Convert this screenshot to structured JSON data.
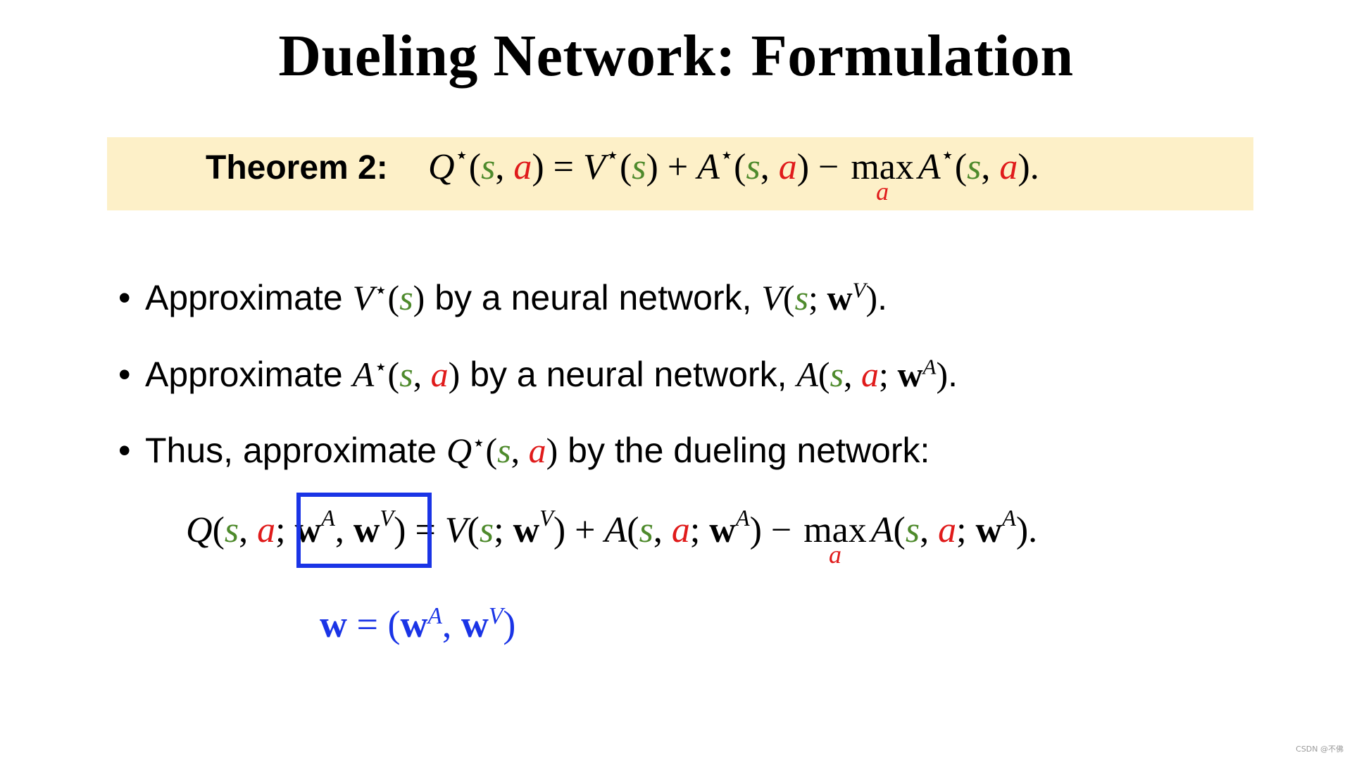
{
  "slide": {
    "title": "Dueling Network: Formulation",
    "theorem": {
      "label": "Theorem 2:",
      "lhs": "Q",
      "star": "⋆",
      "s": "s",
      "a": "a",
      "V": "V",
      "A": "A",
      "max": "max",
      "period": "."
    },
    "bullets": [
      {
        "prefix": "Approximate ",
        "func": "V",
        "middle": " by a neural network, ",
        "net": "V",
        "param_sup": "V",
        "suffix": "."
      },
      {
        "prefix": "Approximate ",
        "func": "A",
        "middle": " by a neural network, ",
        "net": "A",
        "param_sup": "A",
        "suffix": "."
      },
      {
        "prefix": "Thus, approximate ",
        "func": "Q",
        "middle": " by the dueling network:"
      }
    ],
    "weights_equation": "w = (w",
    "weights_sup_a": "A",
    "weights_sup_v": "V",
    "watermark": "CSDN @不佛"
  },
  "colors": {
    "state_s": "#4e8a2c",
    "action_a": "#e01b1b",
    "highlight": "#1a34e6",
    "theorem_bg": "#fdf0c8"
  }
}
